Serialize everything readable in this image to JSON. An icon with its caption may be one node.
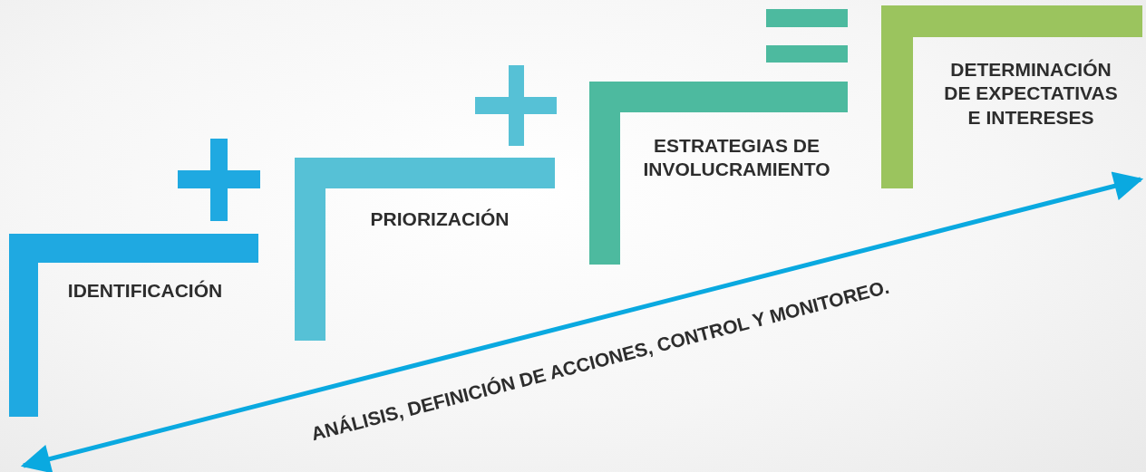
{
  "diagram": {
    "nodes": [
      {
        "text": [
          "IDENTIFICACIÓN"
        ]
      },
      {
        "text": [
          "PRIORIZACIÓN"
        ]
      },
      {
        "text": [
          "ESTRATEGIAS DE INVOLUCRAMIENTO"
        ]
      },
      {
        "text": [
          "DETERMINACIÓN DE EXPECTATIVAS E INTERESES"
        ]
      }
    ],
    "labels": [
      "ANÁLISIS, DEFINICIÓN DE ACCIONES, CONTROL Y MONITOREO."
    ]
  }
}
